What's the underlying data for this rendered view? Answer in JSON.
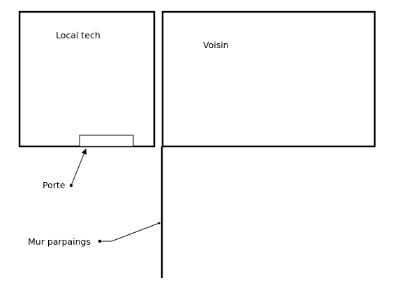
{
  "labels": {
    "local_tech": "Local tech",
    "voisin": "Voisin",
    "porte": "Porte",
    "mur_parpaings": "Mur parpaings"
  },
  "colors": {
    "stroke": "#000000",
    "background": "#ffffff"
  }
}
